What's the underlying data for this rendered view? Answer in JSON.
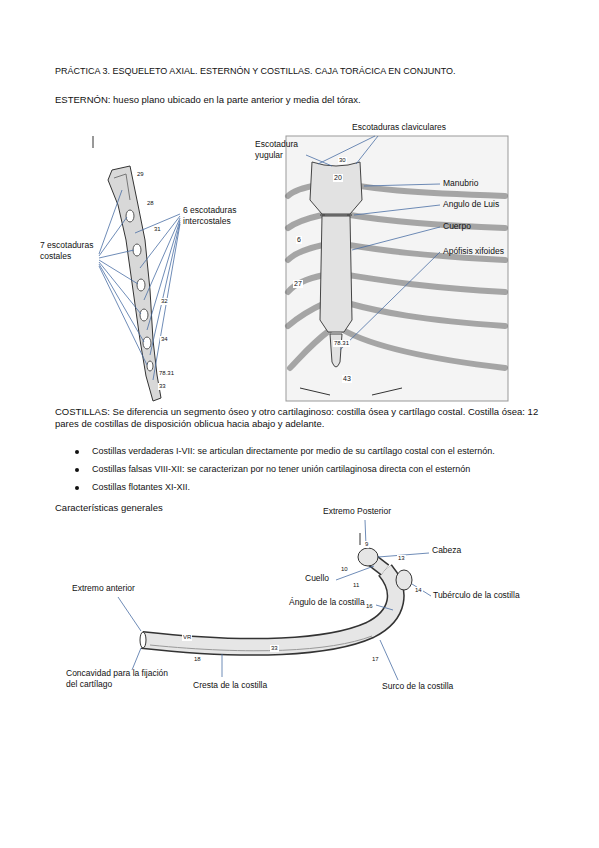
{
  "diagram": {
    "title": "PRÁCTICA 3. ESQUELETO AXIAL. ESTERNÓN Y COSTILLAS. CAJA TORÁCICA EN CONJUNTO.",
    "labels": [
      "ESTERNÓN: hueso plano ubicado en la parte anterior y media del tórax.",
      "29",
      "28",
      "6 escotaduras intercostales",
      "7 escotaduras costales",
      "31",
      "32",
      "34",
      "78.31",
      "33",
      "Escotaduras claviculares",
      "Escotadura yugular",
      "30",
      "20",
      "Manubrio",
      "Angulo de Luis",
      "Cuerpo",
      "Apófisis xifoides",
      "6",
      "27",
      "78.31",
      "43",
      "COSTILLAS: Se diferencia un segmento óseo y otro cartilaginoso: costilla ósea y cartílago costal. Costilla ósea: 12 pares de costillas de disposición oblicua hacia abajo y adelante.",
      "Costillas verdaderas I-VII: se articulan directamente por medio de su cartílago costal con el esternón.",
      "Costillas falsas VIII-XII: se caracterizan por no tener unión cartilaginosa directa con el esternón",
      "Costillas flotantes XI-XII.",
      "Características generales",
      "Extremo Posterior",
      "9",
      "10",
      "11",
      "13",
      "14",
      "16",
      "17",
      "18",
      "33",
      "VR",
      "Cabeza",
      "Cuello",
      "Tubérculo de la costilla",
      "Ángulo de la costilla",
      "Extremo anterior",
      "Concavidad para la fijación del cartílago",
      "Cresta de la costilla",
      "Surco de la costilla"
    ]
  }
}
